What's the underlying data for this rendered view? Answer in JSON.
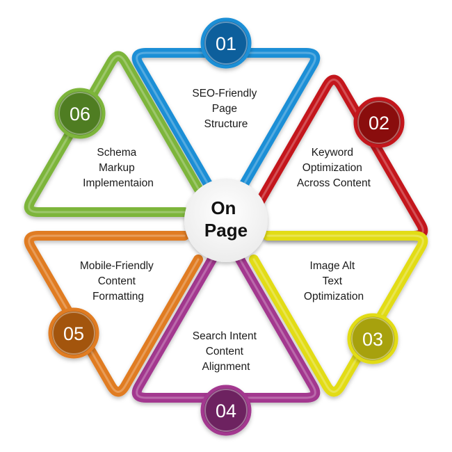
{
  "center": {
    "lines": [
      "On",
      "Page"
    ]
  },
  "segments": [
    {
      "number": "01",
      "lines": [
        "SEO-Friendly",
        "Page",
        "Structure"
      ],
      "color": "#1a8fd6",
      "color_dark": "#0d5f9c"
    },
    {
      "number": "02",
      "lines": [
        "Keyword",
        "Optimization",
        "Across Content"
      ],
      "color": "#c4161c",
      "color_dark": "#8a0d11"
    },
    {
      "number": "03",
      "lines": [
        "Image Alt",
        "Text",
        "Optimization"
      ],
      "color": "#e2dc12",
      "color_dark": "#a7a10a"
    },
    {
      "number": "04",
      "lines": [
        "Search Intent",
        "Content",
        "Alignment"
      ],
      "color": "#a3388f",
      "color_dark": "#6d2160"
    },
    {
      "number": "05",
      "lines": [
        "Mobile-Friendly",
        "Content",
        "Formatting"
      ],
      "color": "#e07c22",
      "color_dark": "#a3550f"
    },
    {
      "number": "06",
      "lines": [
        "Schema",
        "Markup",
        "Implementaion"
      ],
      "color": "#7db53a",
      "color_dark": "#4f7d20"
    }
  ]
}
